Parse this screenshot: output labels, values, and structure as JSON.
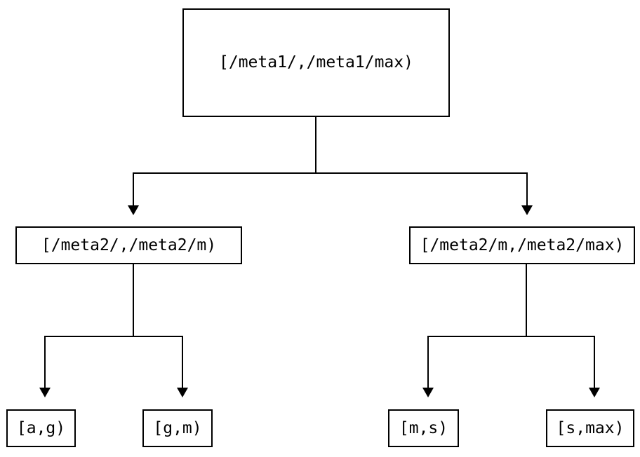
{
  "diagram": {
    "type": "tree",
    "nodes": {
      "root": {
        "label": "[/meta1/,/meta1/max)"
      },
      "left_child": {
        "label": "[/meta2/,/meta2/m)"
      },
      "right_child": {
        "label": "[/meta2/m,/meta2/max)"
      },
      "leaf_1": {
        "label": "[a,g)"
      },
      "leaf_2": {
        "label": "[g,m)"
      },
      "leaf_3": {
        "label": "[m,s)"
      },
      "leaf_4": {
        "label": "[s,max)"
      }
    },
    "edges": [
      {
        "from": "root",
        "to": "left_child"
      },
      {
        "from": "root",
        "to": "right_child"
      },
      {
        "from": "left_child",
        "to": "leaf_1"
      },
      {
        "from": "left_child",
        "to": "leaf_2"
      },
      {
        "from": "right_child",
        "to": "leaf_3"
      },
      {
        "from": "right_child",
        "to": "leaf_4"
      }
    ],
    "icons": {
      "arrowhead": "triangle-down"
    },
    "colors": {
      "line": "#000000",
      "text": "#000000",
      "node_fill": "#ffffff",
      "background": "#ffffff"
    }
  }
}
